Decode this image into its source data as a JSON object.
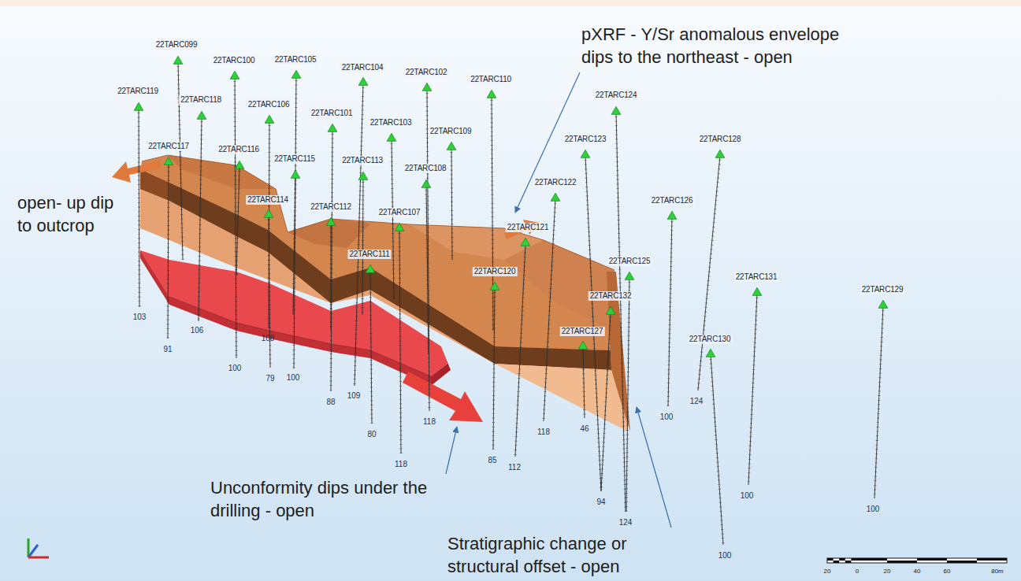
{
  "diagram": {
    "labels": [
      "pXRF - Y/Sr anomalous envelope dips to the northeast - open",
      "22TARC099",
      "22TARC100",
      "22TARC105",
      "22TARC104",
      "22TARC102",
      "22TARC110",
      "22TARC119",
      "22TARC124",
      "22TARC118",
      "22TARC106",
      "22TARC101",
      "22TARC103",
      "22TARC109",
      "22TARC123",
      "22TARC128",
      "22TARC117",
      "22TARC116",
      "22TARC115",
      "22TARC113",
      "22TARC108",
      "22TARC122",
      "open- up dip to outcrop",
      "22TARC114",
      "22TARC126",
      "22TARC112",
      "22TARC107",
      "22TARC121",
      "22TARC111",
      "22TARC125",
      "22TARC120",
      "22TARC131",
      "22TARC129",
      "22TARC132",
      "22TARC127",
      "22TARC130",
      "103",
      "106",
      "108",
      "91",
      "100",
      "79",
      "100",
      "109",
      "124",
      "88",
      "100",
      "118",
      "46",
      "118",
      "80",
      "85",
      "118",
      "112",
      "Unconformity dips under the drilling - open",
      "94",
      "100",
      "100",
      "124",
      "Stratigraphic change or structural offset - open",
      "100",
      "20",
      "0",
      "20",
      "40",
      "60",
      "80m"
    ]
  }
}
